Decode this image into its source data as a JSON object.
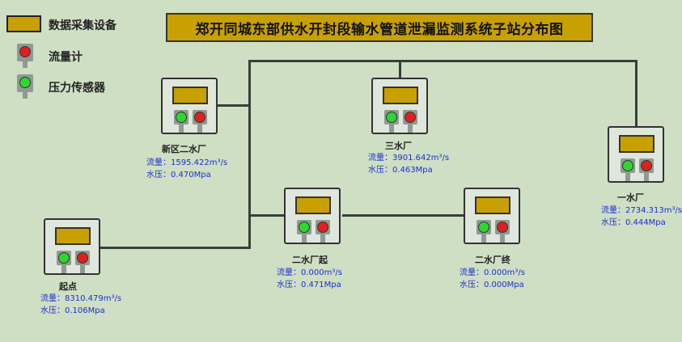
{
  "title": "郑开同城东部供水开封段输水管道泄漏监测系统子站分布图",
  "legend": {
    "collector": "数据采集设备",
    "flow_meter": "流量计",
    "pressure_sensor": "压力传感器"
  },
  "colors": {
    "background": "#cfdfc3",
    "collector": "#c8a000",
    "flow_meter": "#e02020",
    "pressure_sensor": "#2fd62f",
    "info_text": "#1b2fd0"
  },
  "stations": {
    "xinqu": {
      "name": "新区二水厂",
      "flow": "流量：1595.422m³/s",
      "pressure": "水压：0.470Mpa"
    },
    "sanshui": {
      "name": "三水厂",
      "flow": "流量：3901.642m³/s",
      "pressure": "水压：0.463Mpa"
    },
    "yishui": {
      "name": "一水厂",
      "flow": "流量：2734.313m³/s",
      "pressure": "水压：0.444Mpa"
    },
    "qidian": {
      "name": "起点",
      "flow": "流量：8310.479m³/s",
      "pressure": "水压：0.106Mpa"
    },
    "ershui_start": {
      "name": "二水厂起",
      "flow": "流量：0.000m³/s",
      "pressure": "水压：0.471Mpa"
    },
    "ershui_end": {
      "name": "二水厂终",
      "flow": "流量：0.000m³/s",
      "pressure": "水压：0.000Mpa"
    }
  }
}
